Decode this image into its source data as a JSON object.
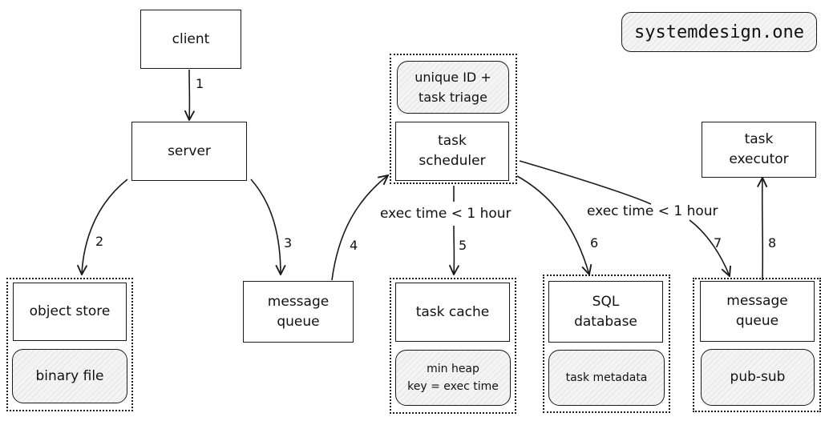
{
  "brand": "systemdesign.one",
  "nodes": {
    "client": "client",
    "server": "server",
    "object_store": "object store",
    "binary_file": "binary file",
    "message_queue_1": "message\nqueue",
    "unique_id": "unique ID +\ntask triage",
    "task_scheduler": "task\nscheduler",
    "task_cache": "task cache",
    "min_heap": "min heap\nkey = exec time",
    "sql_database": "SQL\ndatabase",
    "task_metadata": "task metadata",
    "message_queue_2": "message\nqueue",
    "pub_sub": "pub-sub",
    "task_executor": "task\nexecutor"
  },
  "edges": [
    {
      "from": "client",
      "to": "server",
      "label": "1"
    },
    {
      "from": "server",
      "to": "object_store",
      "label": "2"
    },
    {
      "from": "server",
      "to": "message_queue_1",
      "label": "3"
    },
    {
      "from": "message_queue_1",
      "to": "task_scheduler",
      "label": "4"
    },
    {
      "from": "task_scheduler",
      "to": "task_cache",
      "label": "5"
    },
    {
      "from": "task_scheduler",
      "to": "sql_database",
      "label": "6"
    },
    {
      "from": "task_scheduler",
      "to": "message_queue_2",
      "label": "7"
    },
    {
      "from": "message_queue_2",
      "to": "task_executor",
      "label": "8"
    }
  ],
  "annotations": {
    "exec_time_left": "exec time < 1 hour",
    "exec_time_right": "exec time < 1 hour"
  }
}
